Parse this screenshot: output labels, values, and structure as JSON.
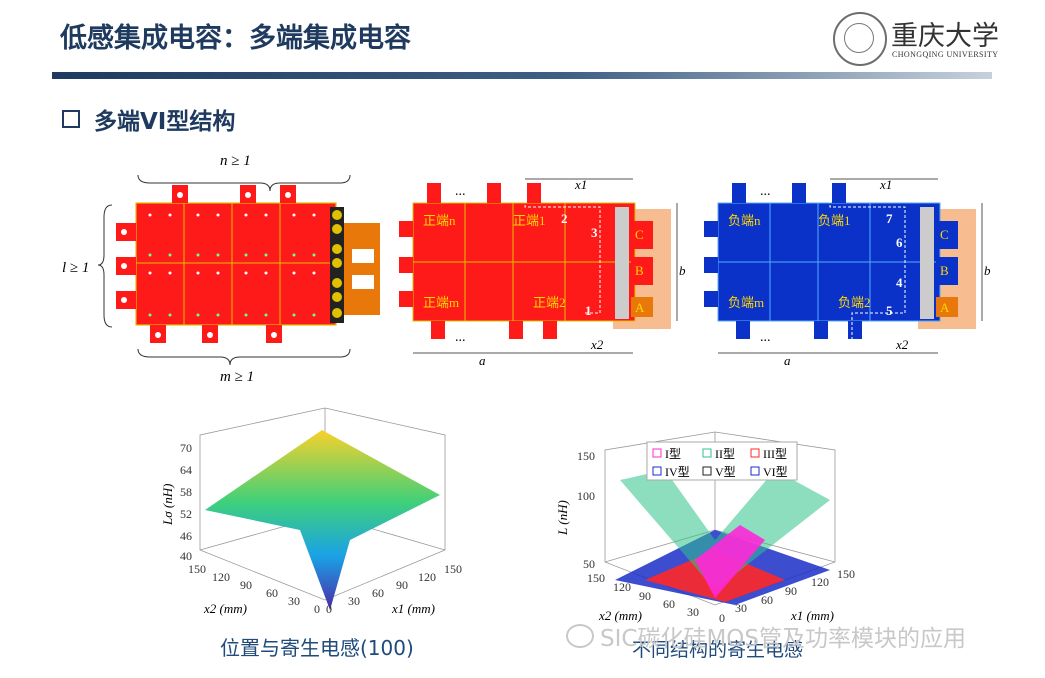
{
  "header": {
    "title": "低感集成电容：多端集成电容",
    "logo_cn": "重庆大学",
    "logo_en": "CHONGQING UNIVERSITY"
  },
  "section": {
    "heading": "多端VI型结构"
  },
  "diagram1": {
    "top_label": "n ≥ 1",
    "left_label": "l ≥ 1",
    "bottom_label": "m ≥ 1"
  },
  "diagram2": {
    "x1": "x1",
    "x2": "x2",
    "a": "a",
    "b": "b",
    "dots": "...",
    "lbl_n": "正端n",
    "lbl_1": "正端1",
    "lbl_m": "正端m",
    "lbl_2": "正端2",
    "nums": [
      "1",
      "2",
      "3"
    ],
    "C": "C",
    "B": "B",
    "A": "A"
  },
  "diagram3": {
    "x1": "x1",
    "x2": "x2",
    "a": "a",
    "b": "b",
    "dots": "...",
    "lbl_n": "负端n",
    "lbl_1": "负端1",
    "lbl_m": "负端m",
    "lbl_2": "负端2",
    "nums": [
      "4",
      "5",
      "6",
      "7"
    ],
    "C": "C",
    "B": "B",
    "A": "A"
  },
  "plot1": {
    "zlabel": "Lσ (nH)",
    "zticks": [
      "70",
      "64",
      "58",
      "52",
      "46",
      "40"
    ],
    "x2label": "x2 (mm)",
    "x1label": "x1 (mm)",
    "x2ticks": [
      "150",
      "120",
      "90",
      "60",
      "30",
      "0"
    ],
    "x1ticks": [
      "0",
      "30",
      "60",
      "90",
      "120",
      "150"
    ],
    "caption": "位置与寄生电感(100)"
  },
  "plot2": {
    "zlabel": "L (nH)",
    "zticks": [
      "150",
      "100",
      "50"
    ],
    "x2label": "x2 (mm)",
    "x1label": "x1 (mm)",
    "x2ticks": [
      "150",
      "120",
      "90",
      "60",
      "30"
    ],
    "x1ticks": [
      "0",
      "30",
      "60",
      "90",
      "120",
      "150"
    ],
    "legend": [
      "I型",
      "II型",
      "III型",
      "IV型",
      "V型",
      "VI型"
    ],
    "caption": "不同结构的寄生电感"
  },
  "watermark": "SIC碳化硅MOS管及功率模块的应用",
  "colors": {
    "title": "#1f3a5f",
    "red": "#ff1a1a",
    "blue": "#0a32c8",
    "orange": "#e8780a",
    "yellow": "#ffd700"
  }
}
